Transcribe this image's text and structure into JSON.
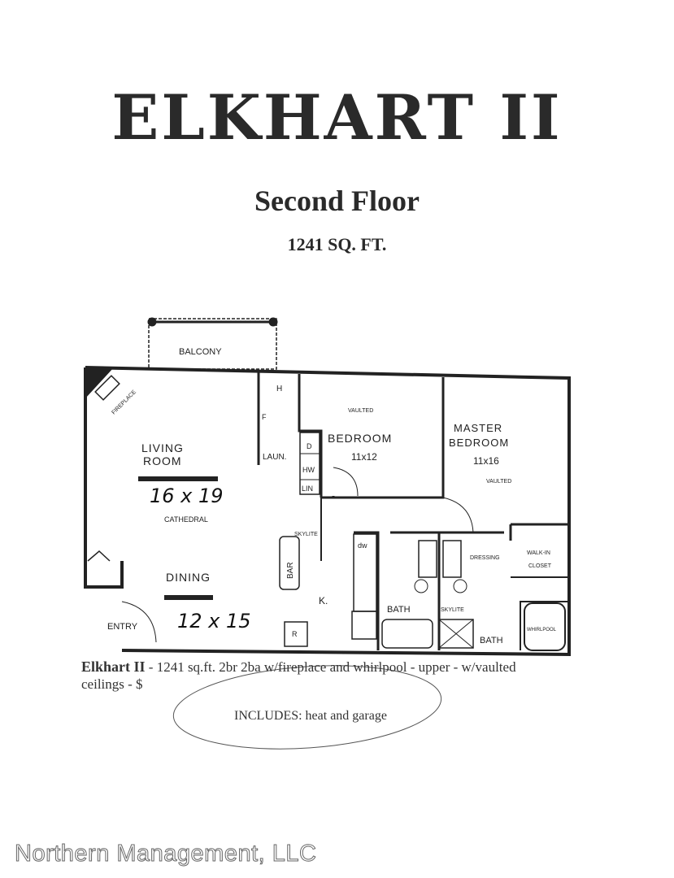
{
  "header": {
    "title": "ELKHART II",
    "subtitle": "Second Floor",
    "area": "1241 SQ. FT."
  },
  "plan": {
    "balcony": "BALCONY",
    "fireplace": "FIREPLACE",
    "living_room": [
      "LIVING",
      "ROOM"
    ],
    "living_dims": "16 x 19",
    "cathedral": "CATHEDRAL",
    "dining": "DINING",
    "dining_dims": "12 x 15",
    "entry": "ENTRY",
    "h": "H",
    "f": "F",
    "laundry": "LAUN.",
    "d": "D",
    "hw": "HW",
    "linen": "LIN",
    "bedroom_vaulted": "VAULTED",
    "bedroom": "BEDROOM",
    "bedroom_dims": "11x12",
    "master": [
      "MASTER",
      "BEDROOM"
    ],
    "master_dims": "11x16",
    "master_vaulted": "VAULTED",
    "skylite1": "SKYLITE",
    "bar": "BAR",
    "kitchen": "K.",
    "refrigerator": "R",
    "dishwasher": "dw",
    "bath1": "BATH",
    "dressing": "DRESSING",
    "walkin": [
      "WALK-IN",
      "CLOSET"
    ],
    "skylite2": "SKYLITE",
    "bath2": "BATH",
    "whirlpool": "WHIRLPOOL"
  },
  "description": {
    "name": "Elkhart II",
    "text": " - 1241 sq.ft. 2br 2ba w/fireplace and    whirlpool - upper - w/vaulted ceilings - $",
    "includes": "INCLUDES: heat and garage"
  },
  "footer": "Northern Management, LLC"
}
